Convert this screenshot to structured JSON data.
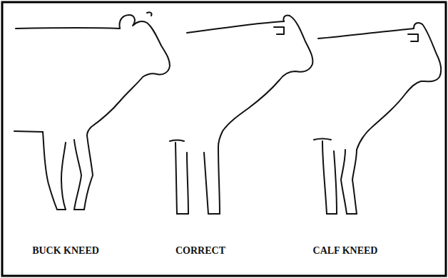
{
  "diagram": {
    "labels": [
      "BUCK KNEED",
      "CORRECT",
      "CALF KNEED"
    ]
  }
}
